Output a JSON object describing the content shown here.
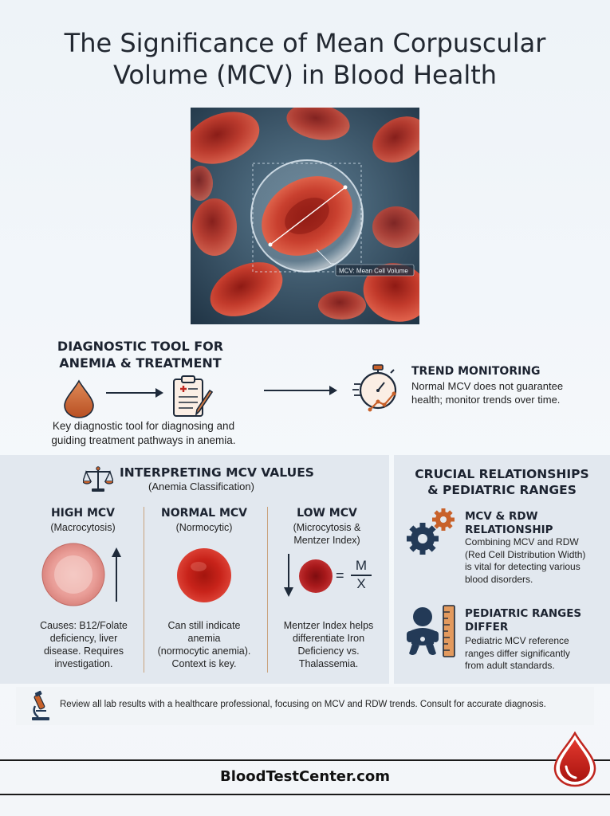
{
  "title": {
    "line1": "The Significance of Mean Corpuscular",
    "line2": "Volume (MCV) in Blood Health"
  },
  "hero": {
    "callout": "MCV: Mean Cell Volume"
  },
  "diagnostic": {
    "title_line1": "DIAGNOSTIC TOOL FOR",
    "title_line2": "ANEMIA & TREATMENT",
    "desc_line1": "Key diagnostic tool for diagnosing and",
    "desc_line2": "guiding treatment pathways in anemia."
  },
  "trend": {
    "title": "TREND MONITORING",
    "desc_line1": "Normal MCV does not guarantee",
    "desc_line2": "health; monitor trends over time."
  },
  "interpreting": {
    "title": "INTERPRETING MCV VALUES",
    "subtitle": "(Anemia Classification)",
    "columns": [
      {
        "title": "HIGH MCV",
        "sub": "(Macrocytosis)",
        "desc": [
          "Causes: B12/Folate",
          "deficiency, liver",
          "disease. Requires",
          "investigation."
        ]
      },
      {
        "title": "NORMAL MCV",
        "sub": "(Normocytic)",
        "desc": [
          "Can still indicate",
          "anemia",
          "(normocytic anemia).",
          "Context is key."
        ]
      },
      {
        "title": "LOW MCV",
        "sub": [
          "(Microcytosis &",
          "Mentzer Index)"
        ],
        "desc": [
          "Mentzer Index helps",
          "differentiate Iron",
          "Deficiency vs.",
          "Thalassemia."
        ],
        "formula": {
          "eq": "=",
          "top": "M",
          "bottom": "X"
        }
      }
    ]
  },
  "relationships": {
    "title_line1": "CRUCIAL RELATIONSHIPS",
    "title_line2": "& PEDIATRIC RANGES",
    "rdw": {
      "title_line1": "MCV & RDW",
      "title_line2": "RELATIONSHIP",
      "desc": [
        "Combining MCV and RDW",
        "(Red Cell Distribution Width)",
        "is vital for detecting various",
        "blood disorders."
      ]
    },
    "pediatric": {
      "title_line1": "PEDIATRIC RANGES",
      "title_line2": "DIFFER",
      "desc": [
        "Pediatric MCV reference",
        "ranges differ significantly",
        "from adult standards."
      ]
    }
  },
  "review": "Review all lab results with a healthcare professional, focusing on MCV and RDW trends. Consult for accurate diagnosis.",
  "footer": "BloodTestCenter.com",
  "colors": {
    "accent_red": "#c0261f",
    "accent_orange": "#c8612a",
    "navy": "#233a57",
    "panel": "#e2e8ef"
  }
}
